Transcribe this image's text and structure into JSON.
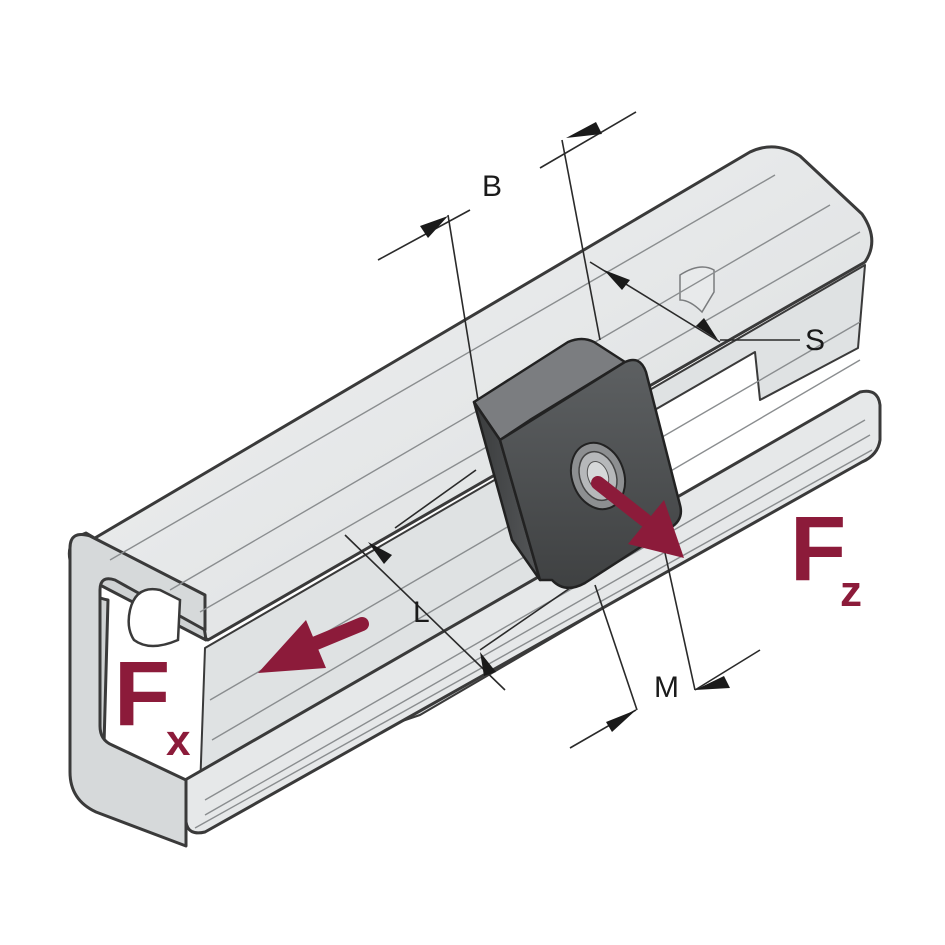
{
  "figure": {
    "description_type": "technical illustration",
    "colors": {
      "channel_fill": "#e3e5e6",
      "channel_face": "#d2d5d6",
      "channel_edge": "#3a3a3a",
      "nut_dark": "#4f5152",
      "nut_top": "#6c6e70",
      "force_arrow": "#8c1b3a",
      "dimension_line": "#2a2a2a"
    },
    "dimensions": {
      "B": "B",
      "S": "S",
      "L": "L",
      "M": "M"
    },
    "forces": {
      "fx_main": "F",
      "fx_sub": "x",
      "fz_main": "F",
      "fz_sub": "z"
    }
  }
}
